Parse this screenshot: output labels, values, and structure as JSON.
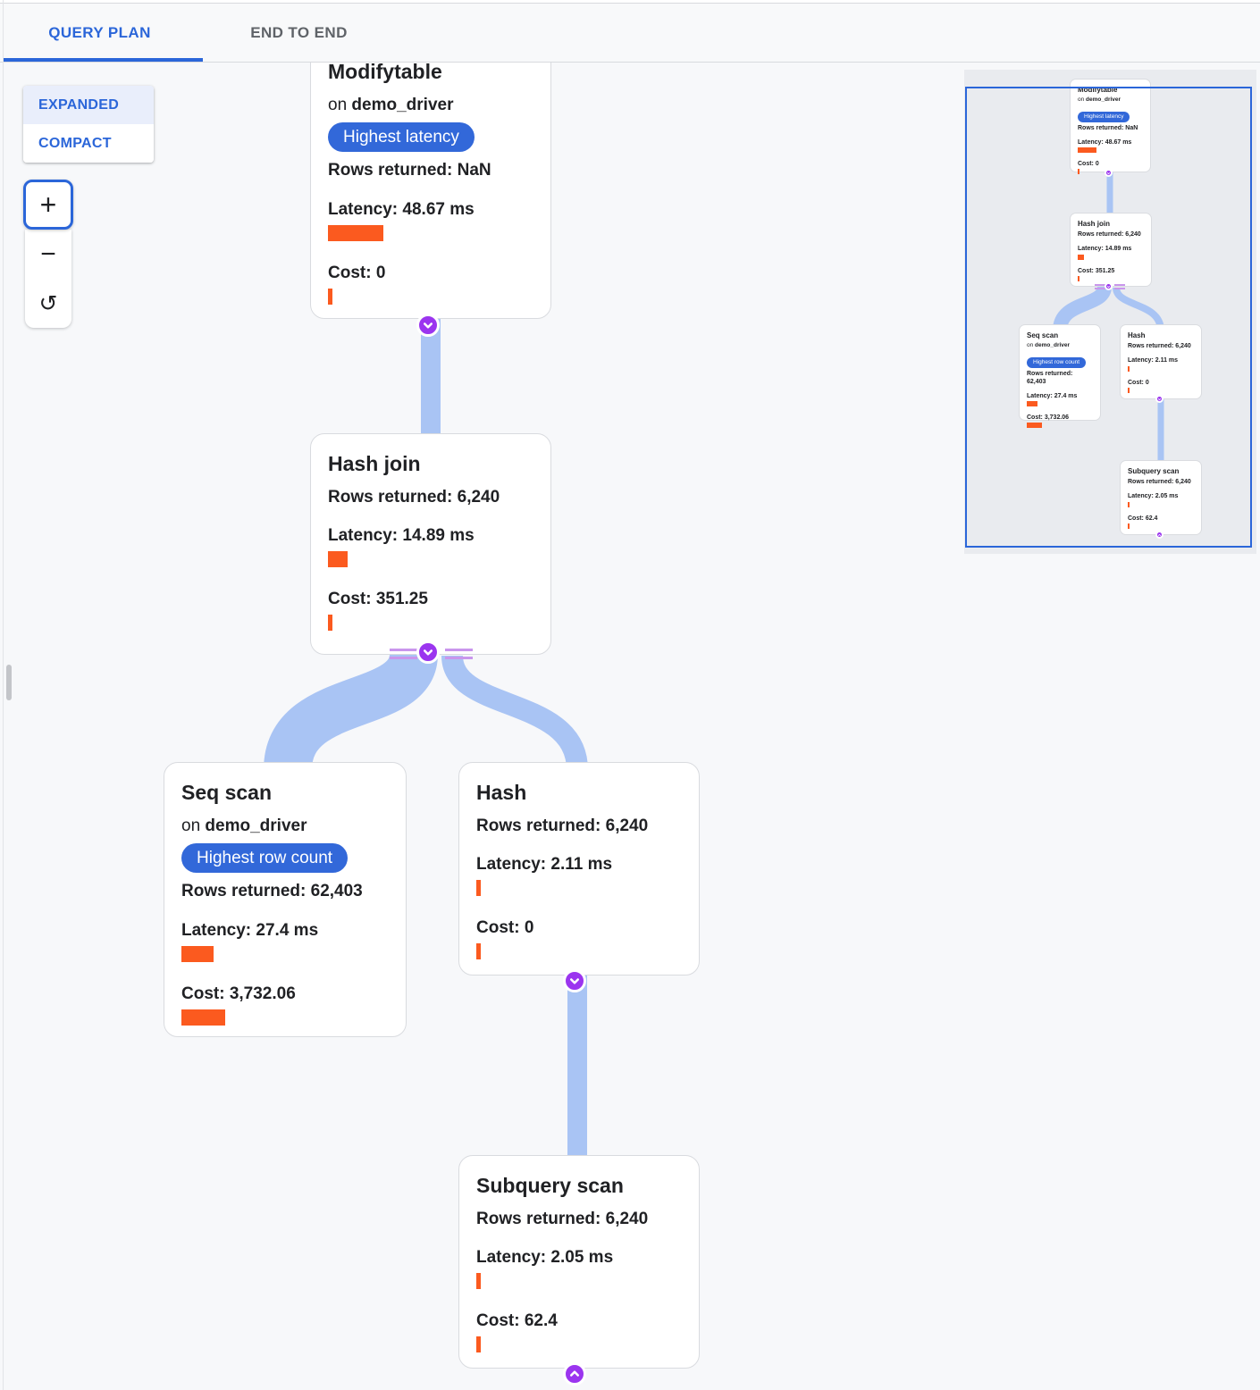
{
  "tabs": [
    {
      "label": "QUERY PLAN",
      "active": true
    },
    {
      "label": "END TO END",
      "active": false
    }
  ],
  "view_mode": {
    "expanded_label": "EXPANDED",
    "compact_label": "COMPACT",
    "selected": "EXPANDED"
  },
  "zoom_controls": {
    "zoom_in_label": "+",
    "zoom_out_label": "−",
    "reset_label": "↺"
  },
  "nodes": {
    "modifytable": {
      "title": "Modifytable",
      "on_prefix": "on",
      "table": "demo_driver",
      "badge": "Highest latency",
      "rows": "Rows returned: NaN",
      "latency": "Latency: 48.67 ms",
      "cost": "Cost: 0",
      "latency_bar": 62,
      "cost_bar": 5
    },
    "hash_join": {
      "title": "Hash join",
      "rows": "Rows returned: 6,240",
      "latency": "Latency: 14.89 ms",
      "cost": "Cost: 351.25",
      "latency_bar": 22,
      "cost_bar": 5
    },
    "seq_scan": {
      "title": "Seq scan",
      "on_prefix": "on",
      "table": "demo_driver",
      "badge": "Highest row count",
      "rows": "Rows returned: 62,403",
      "latency": "Latency: 27.4 ms",
      "cost": "Cost: 3,732.06",
      "latency_bar": 36,
      "cost_bar": 49
    },
    "hash": {
      "title": "Hash",
      "rows": "Rows returned: 6,240",
      "latency": "Latency: 2.11 ms",
      "cost": "Cost: 0",
      "latency_bar": 5,
      "cost_bar": 5
    },
    "subquery_scan": {
      "title": "Subquery scan",
      "rows": "Rows returned: 6,240",
      "latency": "Latency: 2.05 ms",
      "cost": "Cost: 62.4",
      "latency_bar": 5,
      "cost_bar": 5
    }
  },
  "colors": {
    "accent_blue": "#2b66d9",
    "badge_blue": "#3268d9",
    "bar_orange": "#fb5a1f",
    "edge_blue": "#a9c4f4",
    "connector_purple": "#9b35ef"
  }
}
